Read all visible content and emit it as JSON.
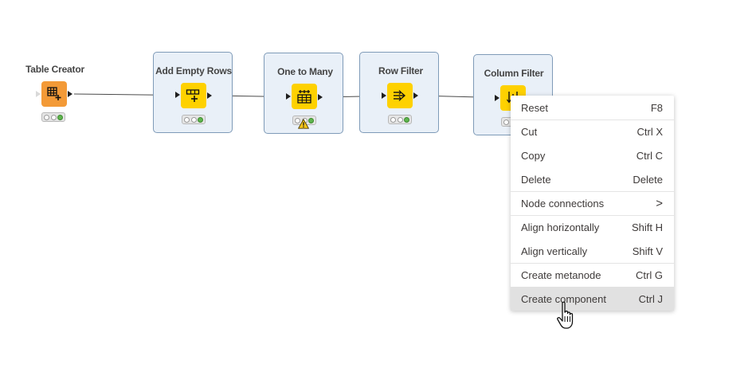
{
  "workflow": {
    "nodes": [
      {
        "id": "table-creator",
        "title": "Table Creator",
        "color": "#f39a37",
        "icon": "table-plus-icon",
        "status": "executed",
        "selected": false,
        "warning": false
      },
      {
        "id": "add-empty-rows",
        "title": "Add Empty Rows",
        "color": "#fed100",
        "icon": "add-rows-icon",
        "status": "executed",
        "selected": true,
        "warning": false
      },
      {
        "id": "one-to-many",
        "title": "One to Many",
        "color": "#fed100",
        "icon": "one-to-many-icon",
        "status": "executed",
        "selected": true,
        "warning": true
      },
      {
        "id": "row-filter",
        "title": "Row Filter",
        "color": "#fed100",
        "icon": "row-filter-icon",
        "status": "executed",
        "selected": true,
        "warning": false
      },
      {
        "id": "column-filter",
        "title": "Column Filter",
        "color": "#fed100",
        "icon": "column-filter-icon",
        "status": "executed",
        "selected": true,
        "warning": false
      }
    ]
  },
  "context_menu": {
    "items": [
      {
        "label": "Reset",
        "shortcut": "F8"
      },
      {
        "label": "Cut",
        "shortcut": "Ctrl X"
      },
      {
        "label": "Copy",
        "shortcut": "Ctrl C"
      },
      {
        "label": "Delete",
        "shortcut": "Delete"
      },
      {
        "label": "Node connections",
        "shortcut": ">"
      },
      {
        "label": "Align horizontally",
        "shortcut": "Shift H"
      },
      {
        "label": "Align vertically",
        "shortcut": "Shift V"
      },
      {
        "label": "Create metanode",
        "shortcut": "Ctrl G"
      },
      {
        "label": "Create component",
        "shortcut": "Ctrl J",
        "hovered": true
      }
    ]
  },
  "colors": {
    "selection_fill": "#e9f0f8",
    "selection_border": "#7f9bb8",
    "source_node": "#f39a37",
    "manipulator_node": "#fed100",
    "hover_row": "#e1e1e1"
  }
}
